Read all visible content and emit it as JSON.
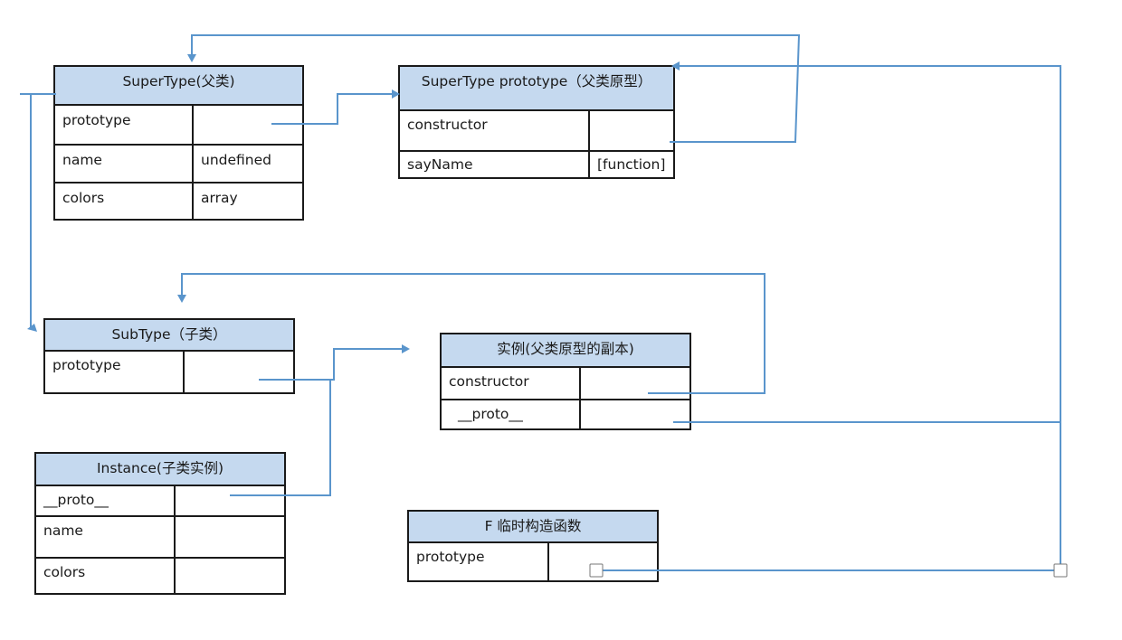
{
  "colors": {
    "header_fill": "#c5d9ef",
    "connector": "#5a95cc",
    "border": "#1a1a1a"
  },
  "supertype": {
    "title": "SuperType(父类)",
    "rows": [
      {
        "key": "prototype",
        "value": ""
      },
      {
        "key": "name",
        "value": "undefined"
      },
      {
        "key": "colors",
        "value": "array"
      }
    ]
  },
  "supertype_prototype": {
    "title": "SuperType prototype（父类原型）",
    "rows": [
      {
        "key": "constructor",
        "value": ""
      },
      {
        "key": "sayName",
        "value": "[function]"
      }
    ]
  },
  "subtype": {
    "title": "SubType（子类）",
    "rows": [
      {
        "key": "prototype",
        "value": ""
      }
    ]
  },
  "proto_copy": {
    "title": "实例(父类原型的副本)",
    "rows": [
      {
        "key": "constructor",
        "value": ""
      },
      {
        "key": "__proto__",
        "value": ""
      }
    ]
  },
  "instance": {
    "title": "Instance(子类实例)",
    "rows": [
      {
        "key": "__proto__",
        "value": ""
      },
      {
        "key": "name",
        "value": ""
      },
      {
        "key": "colors",
        "value": ""
      }
    ]
  },
  "f_temp": {
    "title": "F 临时构造函数",
    "rows": [
      {
        "key": "prototype",
        "value": ""
      }
    ]
  }
}
